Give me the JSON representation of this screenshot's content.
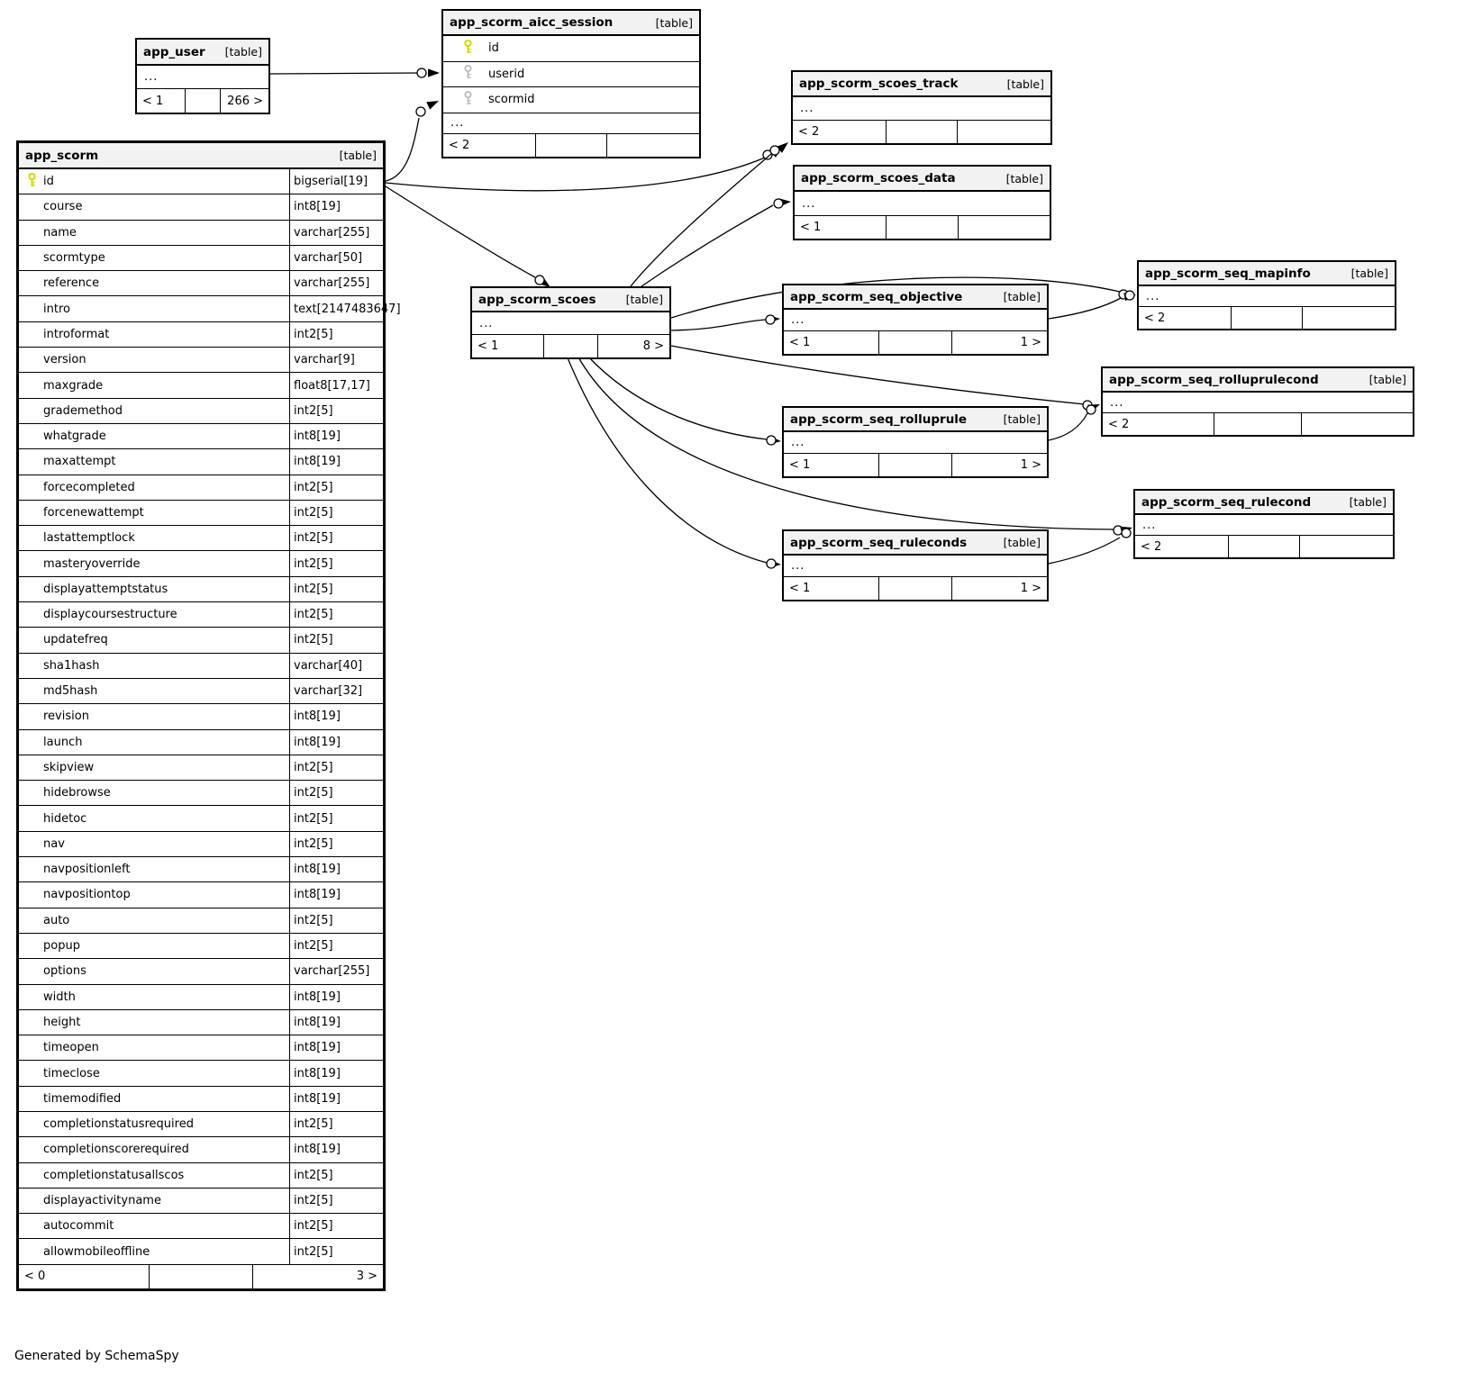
{
  "footer_note": "Generated by SchemaSpy",
  "ellipsis_label": "...",
  "colors": {
    "pk_key": "#d9d900",
    "fk_key": "#c0c0c0",
    "header_bg": "#f2f2f2",
    "line": "#000000"
  },
  "tables": [
    {
      "id": "app_user",
      "title": "app_user",
      "tag": "[table]",
      "emphasized": false,
      "columns": [],
      "has_more": true,
      "footer": [
        "< 1",
        "",
        "266 >"
      ]
    },
    {
      "id": "app_scorm_aicc_session",
      "title": "app_scorm_aicc_session",
      "tag": "[table]",
      "emphasized": false,
      "columns": [
        {
          "name": "id",
          "key": "pk"
        },
        {
          "name": "userid",
          "key": "fk"
        },
        {
          "name": "scormid",
          "key": "fk"
        }
      ],
      "has_more": true,
      "footer": [
        "< 2",
        "",
        ""
      ]
    },
    {
      "id": "app_scorm_scoes_track",
      "title": "app_scorm_scoes_track",
      "tag": "[table]",
      "emphasized": false,
      "columns": [],
      "has_more": true,
      "footer": [
        "< 2",
        "",
        ""
      ]
    },
    {
      "id": "app_scorm_scoes_data",
      "title": "app_scorm_scoes_data",
      "tag": "[table]",
      "emphasized": false,
      "columns": [],
      "has_more": true,
      "footer": [
        "< 1",
        "",
        ""
      ]
    },
    {
      "id": "app_scorm",
      "title": "app_scorm",
      "tag": "[table]",
      "emphasized": true,
      "columns": [
        {
          "name": "id",
          "type": "bigserial[19]",
          "key": "pk"
        },
        {
          "name": "course",
          "type": "int8[19]"
        },
        {
          "name": "name",
          "type": "varchar[255]"
        },
        {
          "name": "scormtype",
          "type": "varchar[50]"
        },
        {
          "name": "reference",
          "type": "varchar[255]"
        },
        {
          "name": "intro",
          "type": "text[2147483647]"
        },
        {
          "name": "introformat",
          "type": "int2[5]"
        },
        {
          "name": "version",
          "type": "varchar[9]"
        },
        {
          "name": "maxgrade",
          "type": "float8[17,17]"
        },
        {
          "name": "grademethod",
          "type": "int2[5]"
        },
        {
          "name": "whatgrade",
          "type": "int8[19]"
        },
        {
          "name": "maxattempt",
          "type": "int8[19]"
        },
        {
          "name": "forcecompleted",
          "type": "int2[5]"
        },
        {
          "name": "forcenewattempt",
          "type": "int2[5]"
        },
        {
          "name": "lastattemptlock",
          "type": "int2[5]"
        },
        {
          "name": "masteryoverride",
          "type": "int2[5]"
        },
        {
          "name": "displayattemptstatus",
          "type": "int2[5]"
        },
        {
          "name": "displaycoursestructure",
          "type": "int2[5]"
        },
        {
          "name": "updatefreq",
          "type": "int2[5]"
        },
        {
          "name": "sha1hash",
          "type": "varchar[40]"
        },
        {
          "name": "md5hash",
          "type": "varchar[32]"
        },
        {
          "name": "revision",
          "type": "int8[19]"
        },
        {
          "name": "launch",
          "type": "int8[19]"
        },
        {
          "name": "skipview",
          "type": "int2[5]"
        },
        {
          "name": "hidebrowse",
          "type": "int2[5]"
        },
        {
          "name": "hidetoc",
          "type": "int2[5]"
        },
        {
          "name": "nav",
          "type": "int2[5]"
        },
        {
          "name": "navpositionleft",
          "type": "int8[19]"
        },
        {
          "name": "navpositiontop",
          "type": "int8[19]"
        },
        {
          "name": "auto",
          "type": "int2[5]"
        },
        {
          "name": "popup",
          "type": "int2[5]"
        },
        {
          "name": "options",
          "type": "varchar[255]"
        },
        {
          "name": "width",
          "type": "int8[19]"
        },
        {
          "name": "height",
          "type": "int8[19]"
        },
        {
          "name": "timeopen",
          "type": "int8[19]"
        },
        {
          "name": "timeclose",
          "type": "int8[19]"
        },
        {
          "name": "timemodified",
          "type": "int8[19]"
        },
        {
          "name": "completionstatusrequired",
          "type": "int2[5]"
        },
        {
          "name": "completionscorerequired",
          "type": "int8[19]"
        },
        {
          "name": "completionstatusallscos",
          "type": "int2[5]"
        },
        {
          "name": "displayactivityname",
          "type": "int2[5]"
        },
        {
          "name": "autocommit",
          "type": "int2[5]"
        },
        {
          "name": "allowmobileoffline",
          "type": "int2[5]"
        }
      ],
      "has_more": false,
      "footer": [
        "< 0",
        "",
        "3 >"
      ]
    },
    {
      "id": "app_scorm_scoes",
      "title": "app_scorm_scoes",
      "tag": "[table]",
      "emphasized": false,
      "columns": [],
      "has_more": true,
      "footer": [
        "< 1",
        "",
        "8 >"
      ]
    },
    {
      "id": "app_scorm_seq_objective",
      "title": "app_scorm_seq_objective",
      "tag": "[table]",
      "emphasized": false,
      "columns": [],
      "has_more": true,
      "footer": [
        "< 1",
        "",
        "1 >"
      ]
    },
    {
      "id": "app_scorm_seq_mapinfo",
      "title": "app_scorm_seq_mapinfo",
      "tag": "[table]",
      "emphasized": false,
      "columns": [],
      "has_more": true,
      "footer": [
        "< 2",
        "",
        ""
      ]
    },
    {
      "id": "app_scorm_seq_rolluprule",
      "title": "app_scorm_seq_rolluprule",
      "tag": "[table]",
      "emphasized": false,
      "columns": [],
      "has_more": true,
      "footer": [
        "< 1",
        "",
        "1 >"
      ]
    },
    {
      "id": "app_scorm_seq_rolluprulecond",
      "title": "app_scorm_seq_rolluprulecond",
      "tag": "[table]",
      "emphasized": false,
      "columns": [],
      "has_more": true,
      "footer": [
        "< 2",
        "",
        ""
      ]
    },
    {
      "id": "app_scorm_seq_ruleconds",
      "title": "app_scorm_seq_ruleconds",
      "tag": "[table]",
      "emphasized": false,
      "columns": [],
      "has_more": true,
      "footer": [
        "< 1",
        "",
        "1 >"
      ]
    },
    {
      "id": "app_scorm_seq_rulecond",
      "title": "app_scorm_seq_rulecond",
      "tag": "[table]",
      "emphasized": false,
      "columns": [],
      "has_more": true,
      "footer": [
        "< 2",
        "",
        ""
      ]
    }
  ],
  "relationships": [
    {
      "parent": "app_user",
      "child": "app_scorm_aicc_session"
    },
    {
      "parent": "app_scorm",
      "child": "app_scorm_aicc_session"
    },
    {
      "parent": "app_scorm",
      "child": "app_scorm_scoes_track"
    },
    {
      "parent": "app_scorm_scoes",
      "child": "app_scorm_scoes_track"
    },
    {
      "parent": "app_scorm",
      "child": "app_scorm_scoes"
    },
    {
      "parent": "app_scorm_scoes",
      "child": "app_scorm_scoes_data"
    },
    {
      "parent": "app_scorm_scoes",
      "child": "app_scorm_seq_objective"
    },
    {
      "parent": "app_scorm_scoes",
      "child": "app_scorm_seq_mapinfo"
    },
    {
      "parent": "app_scorm_seq_objective",
      "child": "app_scorm_seq_mapinfo"
    },
    {
      "parent": "app_scorm_scoes",
      "child": "app_scorm_seq_rolluprule"
    },
    {
      "parent": "app_scorm_scoes",
      "child": "app_scorm_seq_rolluprulecond"
    },
    {
      "parent": "app_scorm_seq_rolluprule",
      "child": "app_scorm_seq_rolluprulecond"
    },
    {
      "parent": "app_scorm_scoes",
      "child": "app_scorm_seq_ruleconds"
    },
    {
      "parent": "app_scorm_scoes",
      "child": "app_scorm_seq_rulecond"
    },
    {
      "parent": "app_scorm_seq_ruleconds",
      "child": "app_scorm_seq_rulecond"
    }
  ]
}
